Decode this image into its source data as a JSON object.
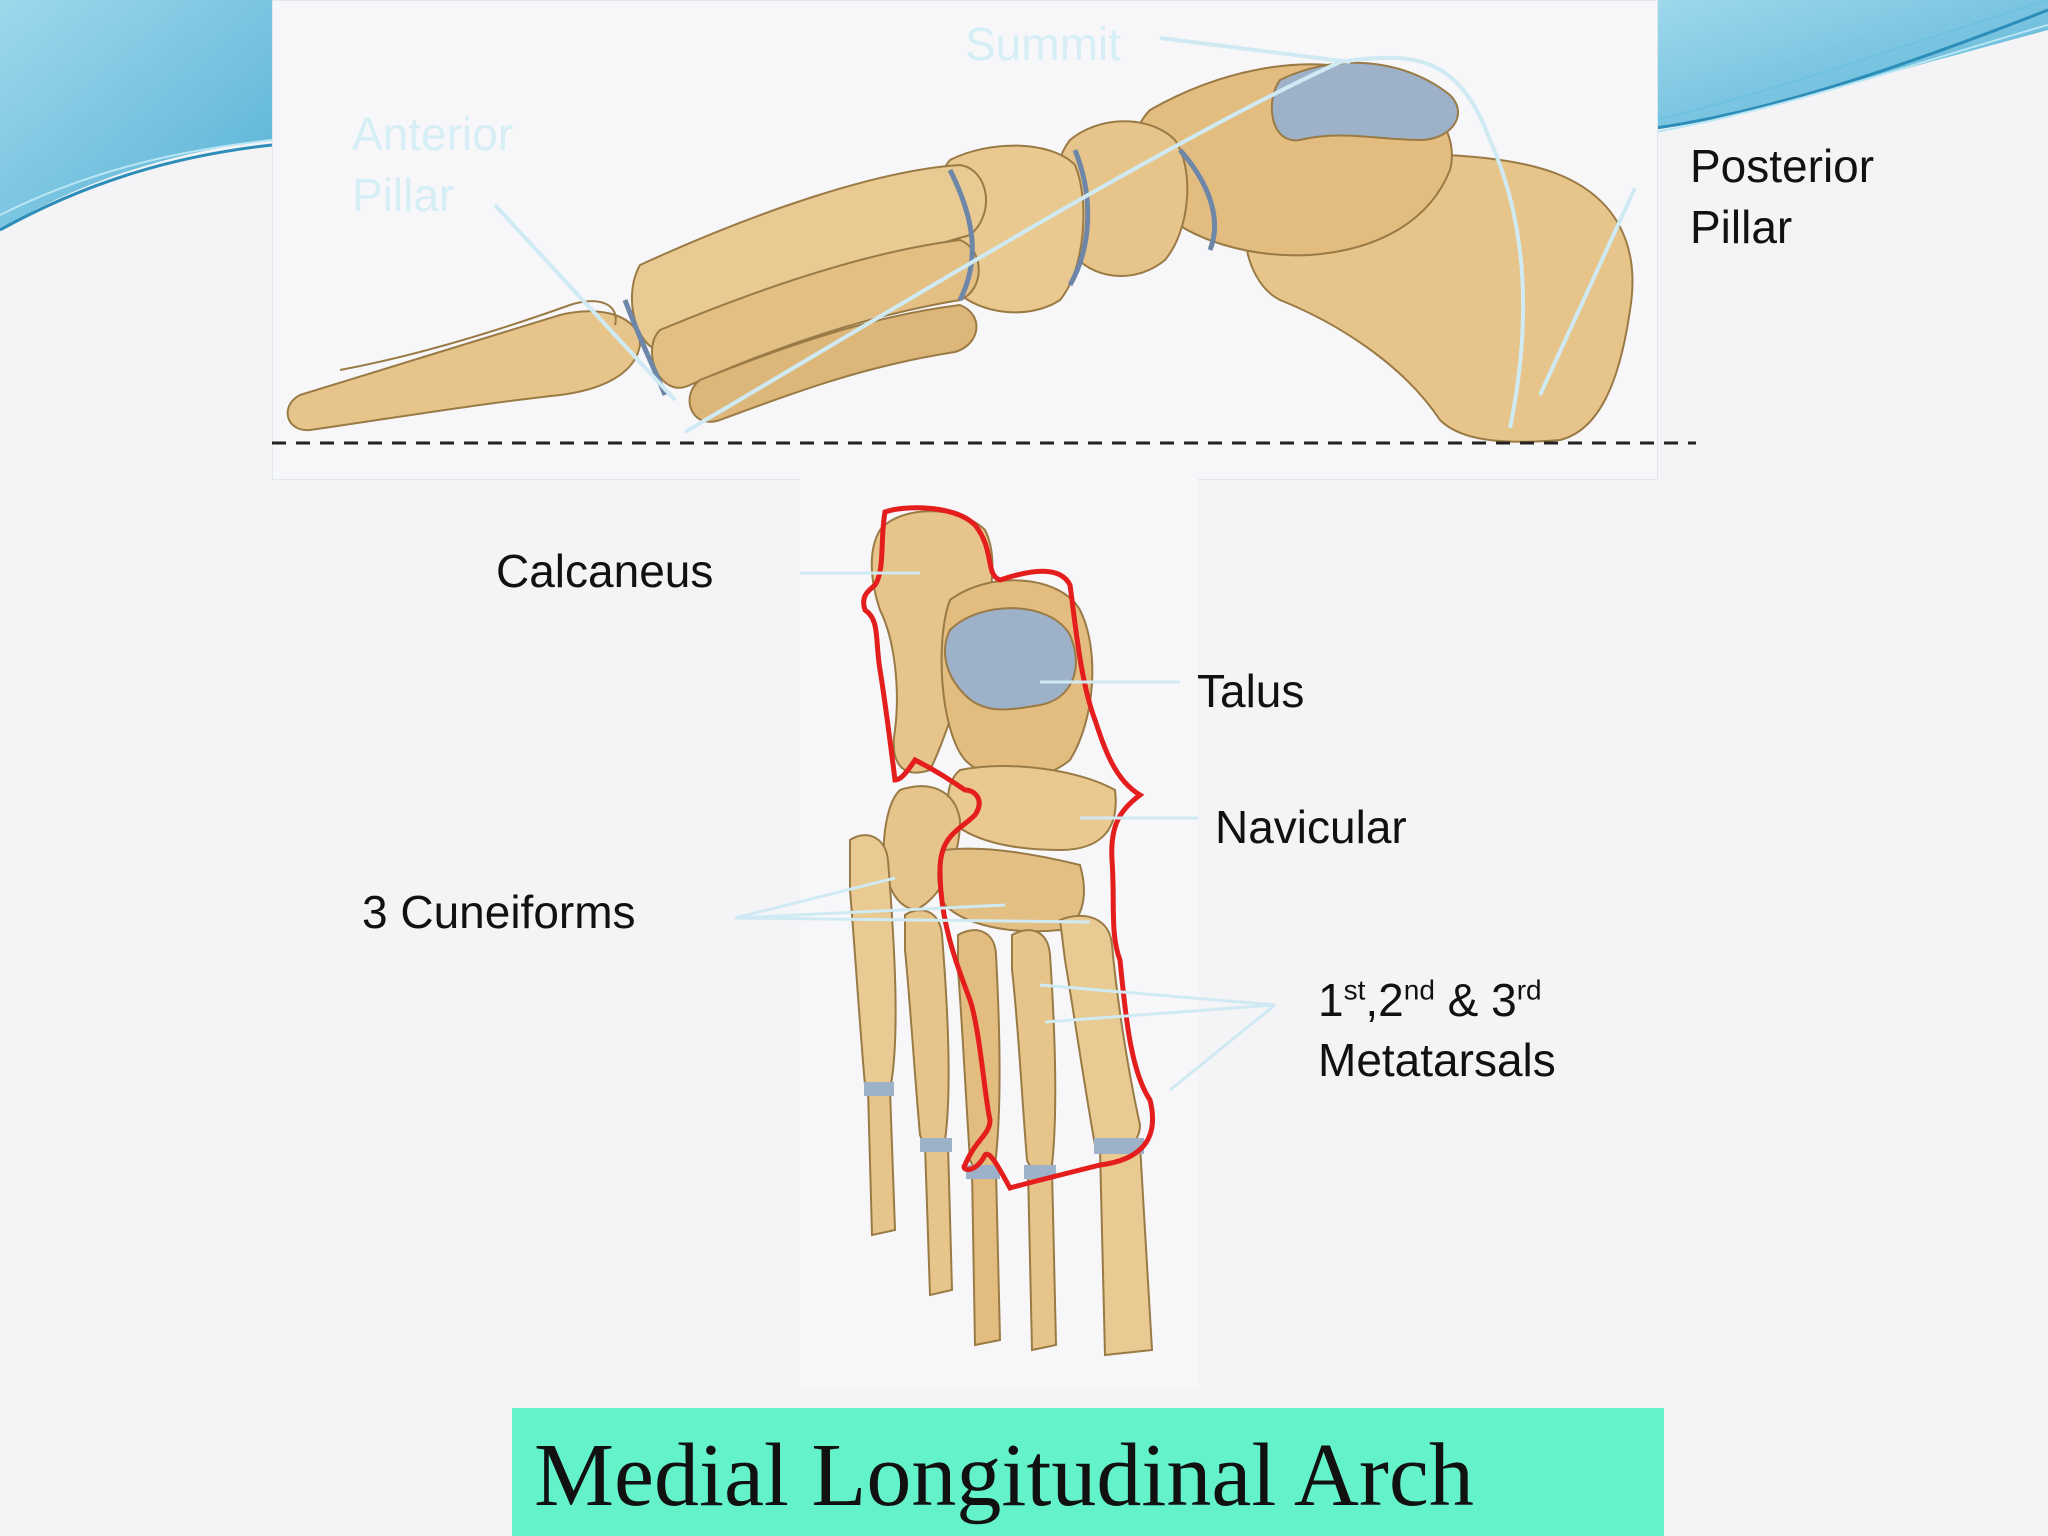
{
  "slide": {
    "title": "Medial Longitudinal Arch",
    "colors": {
      "title_background": "#63f2c9",
      "outline": "#e41d1d",
      "leader_lines": "#cfeaf3",
      "bone": "#e7c58a",
      "cartilage": "#9db1c9",
      "background": "#f4f4f7"
    }
  },
  "lateral_view": {
    "labels": {
      "summit": "Summit",
      "anterior_pillar_l1": "Anterior",
      "anterior_pillar_l2": "Pillar",
      "posterior_pillar_l1": "Posterior",
      "posterior_pillar_l2": "Pillar"
    }
  },
  "superior_view": {
    "labels": {
      "calcaneus": "Calcaneus",
      "talus": "Talus",
      "navicular": "Navicular",
      "cuneiforms": "3 Cuneiforms",
      "metatarsals_n1": "1",
      "metatarsals_s1": "st",
      "metatarsals_n2": ",2",
      "metatarsals_s2": "nd",
      "metatarsals_n3": " & 3",
      "metatarsals_s3": "rd",
      "metatarsals_l2": "Metatarsals"
    }
  }
}
